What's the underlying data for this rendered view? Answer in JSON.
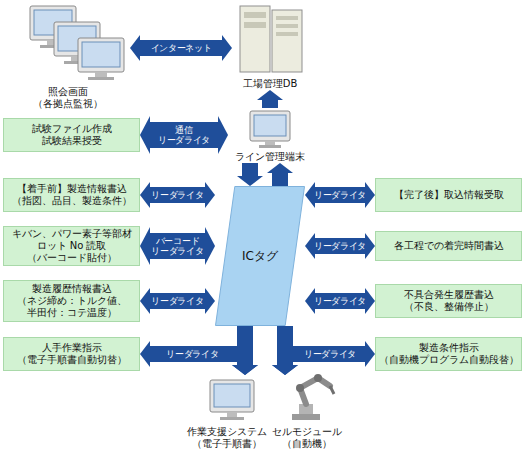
{
  "diagram": {
    "nodes": [
      {
        "text": [
          "照会画面 （各拠点監視）"
        ]
      },
      {
        "text": [
          "工場管理DB"
        ]
      },
      {
        "text": [
          "試験ファイル作成 試験結果授受"
        ]
      },
      {
        "text": [
          "ライン管理端末"
        ]
      },
      {
        "text": [
          "【着手前】製造情報書込 （指図、品目、製造条件）"
        ]
      },
      {
        "text": [
          "【完了後】取込情報受取"
        ]
      },
      {
        "text": [
          "キバン、パワー素子等部材 ロット No 読取（バーコード貼付）"
        ]
      },
      {
        "text": [
          "ICタグ"
        ]
      },
      {
        "text": [
          "各工程での着完時間書込"
        ]
      },
      {
        "text": [
          "製造履歴情報書込 （ネジ締め：トルク値、半田付：コテ温度）"
        ]
      },
      {
        "text": [
          "不具合発生履歴書込 （不良、整備停止）"
        ]
      },
      {
        "text": [
          "人手作業指示 （電子手順書自動切替）"
        ]
      },
      {
        "text": [
          "製造条件指示 （自動機プログラム自動段替）"
        ]
      },
      {
        "text": [
          "作業支援システム （電子手順書）"
        ]
      },
      {
        "text": [
          "セルモジュール （自動機）"
        ]
      }
    ],
    "edges": [
      {
        "from": 0,
        "to": 1,
        "arrow": "both",
        "label": "インターネット"
      },
      {
        "from": 3,
        "to": 1,
        "arrow": "to"
      },
      {
        "from": 2,
        "to": 3,
        "arrow": "both",
        "label": "通信 リーダライタ"
      },
      {
        "from": 3,
        "to": 7,
        "arrow": "to"
      },
      {
        "from": 7,
        "to": 3,
        "arrow": "to"
      },
      {
        "from": 4,
        "to": 7,
        "arrow": "both",
        "label": "リーダライタ"
      },
      {
        "from": 7,
        "to": 5,
        "arrow": "both",
        "label": "リーダライタ"
      },
      {
        "from": 6,
        "to": 7,
        "arrow": "both",
        "label": "バーコード リーダライタ"
      },
      {
        "from": 7,
        "to": 8,
        "arrow": "both",
        "label": "リーダライタ"
      },
      {
        "from": 9,
        "to": 7,
        "arrow": "both",
        "label": "リーダライタ"
      },
      {
        "from": 7,
        "to": 10,
        "arrow": "both",
        "label": "リーダライタ"
      },
      {
        "from": 11,
        "to": 13,
        "arrow": "both",
        "label": "リーダライタ"
      },
      {
        "from": 12,
        "to": 14,
        "arrow": "both",
        "label": "リーダライタ"
      },
      {
        "from": 7,
        "to": 13,
        "arrow": "to"
      },
      {
        "from": 7,
        "to": 14,
        "arrow": "to"
      }
    ]
  }
}
